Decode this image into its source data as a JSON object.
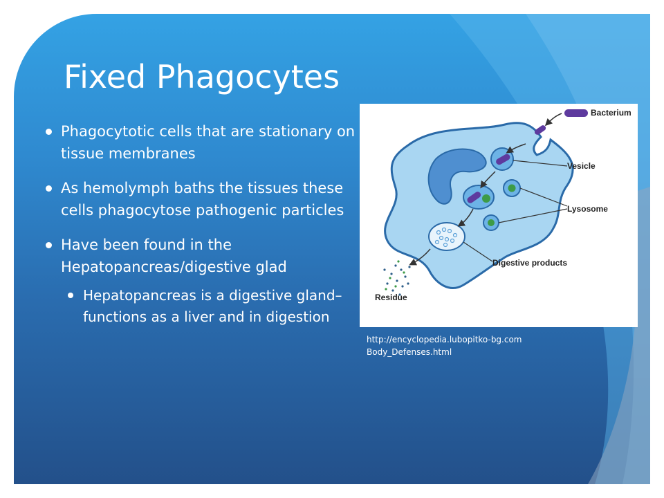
{
  "slide": {
    "title": "Fixed Phagocytes",
    "bullets": [
      "Phagocytotic cells that are stationary on tissue membranes",
      "As hemolymph baths the tissues these cells phagocytose pathogenic particles",
      "Have been found in the Hepatopancreas/digestive glad"
    ],
    "sub_bullet": "Hepatopancreas is a digestive gland– functions as a liver and in digestion",
    "caption_line1": "http://encyclopedia.lubopitko-bg.com",
    "caption_line2": "Body_Defenses.html"
  },
  "figure": {
    "labels": {
      "bacterium": "Bacterium",
      "vesicle": "Vesicle",
      "lysosome": "Lysosome",
      "digestive_products": "Digestive products",
      "residue": "Residue"
    }
  },
  "colors": {
    "background_top": "#34a2e4",
    "background_bottom": "#23508a",
    "cell_fill": "#a9d6f2",
    "bacterium": "#5e3a9e",
    "lysosome": "#3d9b47"
  }
}
